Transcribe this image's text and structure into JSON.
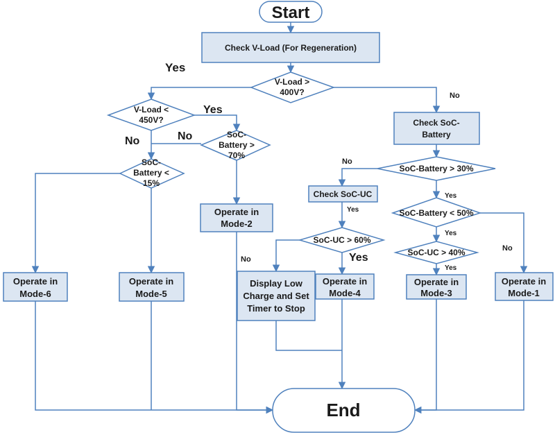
{
  "nodes": {
    "start": "Start",
    "check_vload": "Check V-Load (For Regeneration)",
    "vload_400": [
      "V-Load >",
      "400V?"
    ],
    "vload_450": [
      "V-Load <",
      "450V?"
    ],
    "soc_batt_70": [
      "SoC-",
      "Battery >",
      "70%"
    ],
    "soc_batt_15": [
      "SoC-",
      "Battery <",
      "15%"
    ],
    "check_soc_battery": [
      "Check SoC-",
      "Battery"
    ],
    "soc_batt_30": "SoC-Battery > 30%",
    "soc_batt_50": "SoC-Battery < 50%",
    "soc_uc_40": "SoC-UC > 40%",
    "check_soc_uc": "Check SoC-UC",
    "soc_uc_60": "SoC-UC > 60%",
    "mode2": [
      "Operate in",
      "Mode-2"
    ],
    "mode6": [
      "Operate in",
      "Mode-6"
    ],
    "mode5": [
      "Operate in",
      "Mode-5"
    ],
    "display_low": [
      "Display Low",
      "Charge and Set",
      "Timer to Stop"
    ],
    "mode4": [
      "Operate in",
      "Mode-4"
    ],
    "mode3": [
      "Operate in",
      "Mode-3"
    ],
    "mode1": [
      "Operate in",
      "Mode-1"
    ],
    "end": "End"
  },
  "edge_labels": {
    "yes_400": "Yes",
    "no_400": "No",
    "yes_450": "Yes",
    "no_450": "No",
    "no_70": "No",
    "no_70_down": "No",
    "no_30": "No",
    "yes_30": "Yes",
    "yes_uc": "Yes",
    "yes_50": "Yes",
    "no_50": "No",
    "yes_40": "Yes",
    "yes_60": "Yes"
  },
  "colors": {
    "box_fill": "#dce6f2",
    "stroke": "#4f81bd",
    "text": "#1a1a1a"
  }
}
